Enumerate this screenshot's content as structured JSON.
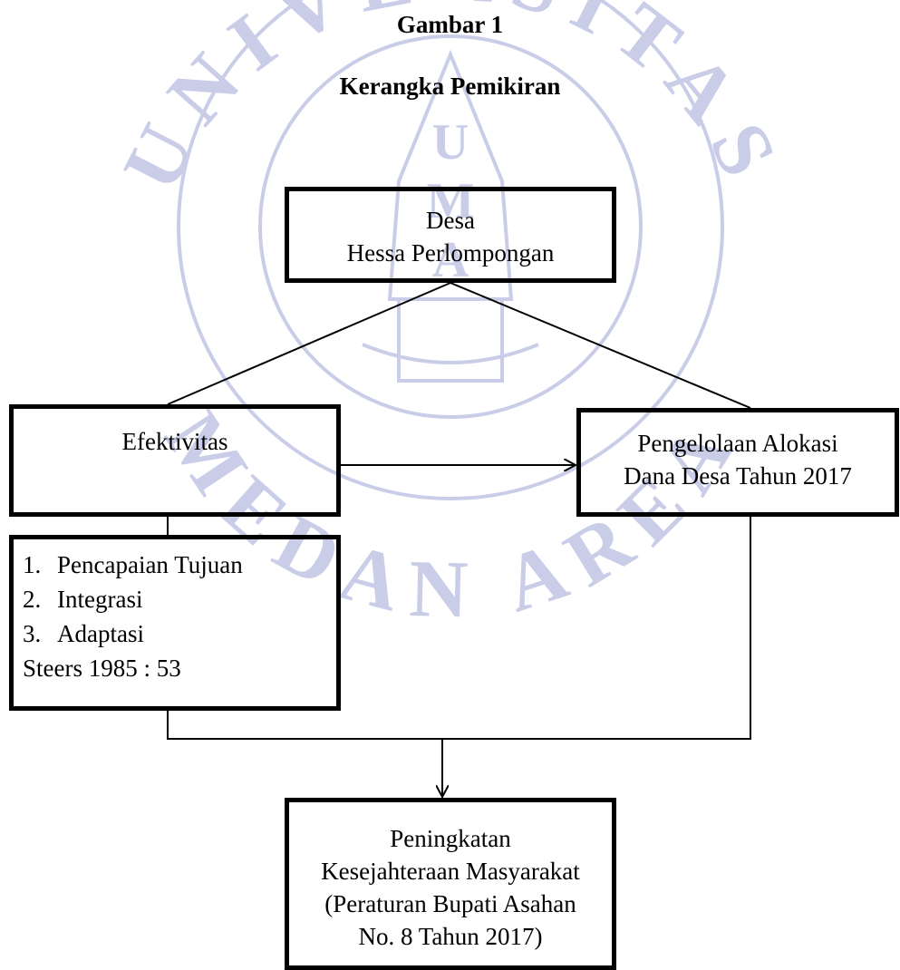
{
  "figure": {
    "label": "Gambar 1",
    "title": "Kerangka Pemikiran"
  },
  "nodes": {
    "desa": {
      "line1": "Desa",
      "line2": "Hessa Perlompongan"
    },
    "efektivitas": {
      "text": "Efektivitas"
    },
    "pengelolaan": {
      "line1": "Pengelolaan Alokasi",
      "line2": "Dana Desa Tahun 2017"
    },
    "indikator": {
      "items": [
        {
          "num": "1.",
          "label": "Pencapaian Tujuan"
        },
        {
          "num": "2.",
          "label": "Integrasi"
        },
        {
          "num": "3.",
          "label": "Adaptasi"
        }
      ],
      "source": "Steers 1985 : 53"
    },
    "peningkatan": {
      "line1": "Peningkatan",
      "line2": "Kesejahteraan Masyarakat",
      "line3": "(Peraturan Bupati Asahan",
      "line4": "No. 8 Tahun 2017)"
    }
  },
  "watermark": {
    "color": "#c9cde8",
    "arc_top": "UNIVERSITAS",
    "arc_bottom": "MEDAN AREA",
    "letters": [
      "U",
      "M",
      "A"
    ]
  }
}
